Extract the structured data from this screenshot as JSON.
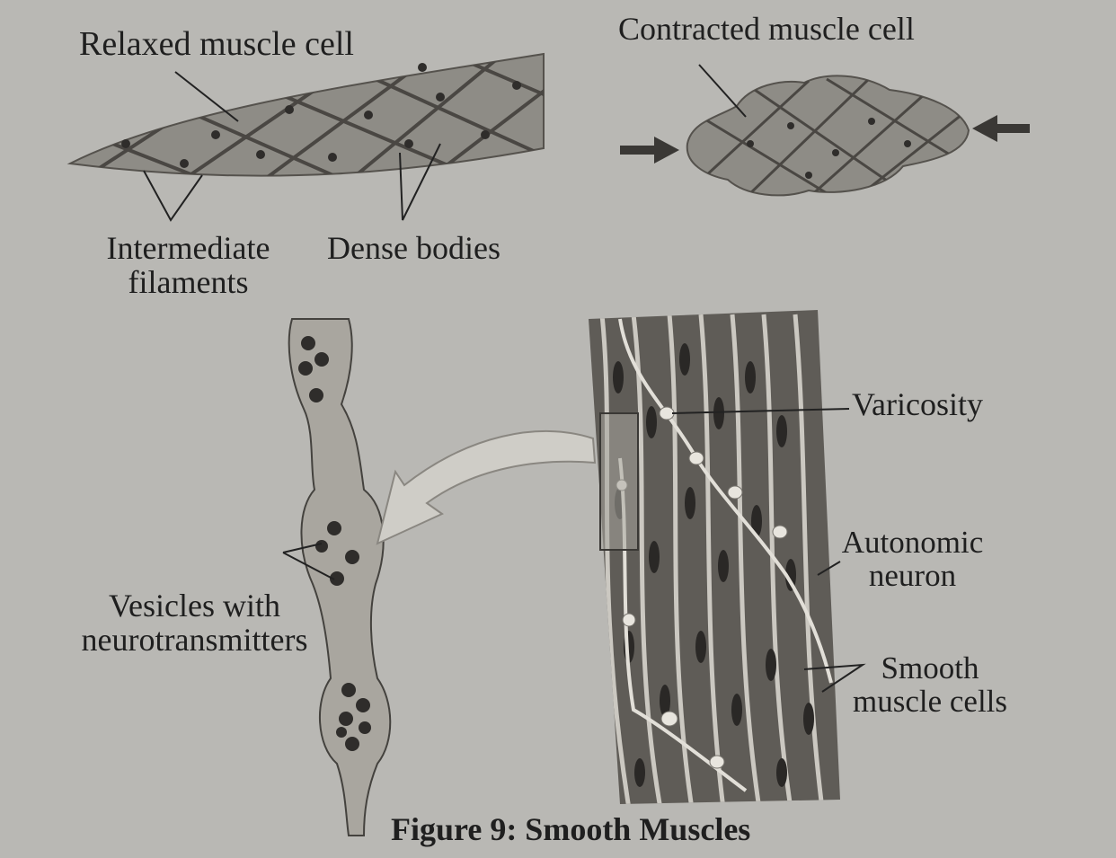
{
  "figure": {
    "caption": "Figure 9: Smooth Muscles",
    "labels": {
      "relaxed": "Relaxed muscle cell",
      "contracted": "Contracted muscle cell",
      "intermediate_line1": "Intermediate",
      "intermediate_line2": "filaments",
      "dense_bodies": "Dense bodies",
      "varicosity": "Varicosity",
      "autonomic_line1": "Autonomic",
      "autonomic_line2": "neuron",
      "smooth_line1": "Smooth",
      "smooth_line2": "muscle cells",
      "vesicles_line1": "Vesicles with",
      "vesicles_line2": "neurotransmitters"
    },
    "colors": {
      "background": "#b9b8b4",
      "cell_fill": "#8e8c86",
      "cell_dark": "#5f5c57",
      "nucleus": "#2f2d2b",
      "neuron": "#d7d4cc",
      "arrow": "#3a3835"
    }
  }
}
